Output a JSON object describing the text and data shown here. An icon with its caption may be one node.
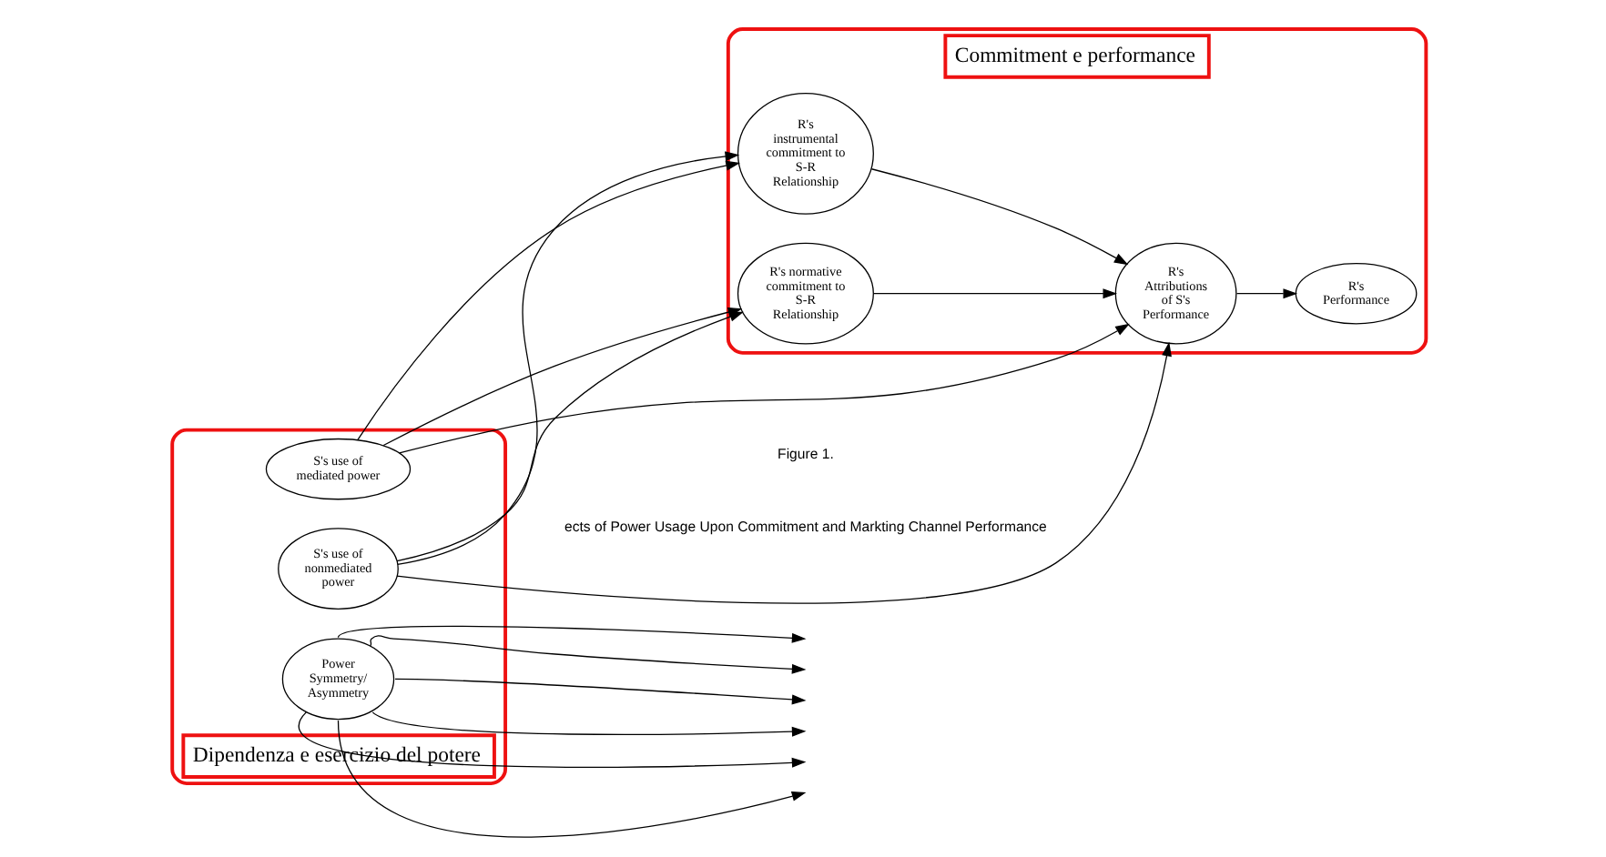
{
  "diagram": {
    "nodes": [
      {
        "text": [
          "Dipendenza e esercizio del potere"
        ]
      },
      {
        "text": [
          "S's use of mediated power"
        ],
        "in": 0
      },
      {
        "text": [
          "Power Symmetry/ Asymmetry"
        ],
        "in": 0
      },
      {
        "text": [
          "S's use of nonmediated power"
        ],
        "in": 0
      },
      {
        "text": [
          "Commitment e performance"
        ]
      },
      {
        "text": [
          "R's instrumental commitment to S-R Relationship"
        ],
        "in": 4
      },
      {
        "text": [
          "R's normative commitment to S-R Relationship"
        ],
        "in": 4
      },
      {
        "text": [
          "R's Attributions of S's Performance"
        ],
        "in": 4
      },
      {
        "text": [
          "R's Performance"
        ],
        "in": 4
      }
    ],
    "edges": [
      {
        "from": 1,
        "to": 7,
        "arrow": "to"
      },
      {
        "from": 1,
        "to": 5,
        "arrow": "to"
      },
      {
        "from": 1,
        "to": 6,
        "arrow": "to"
      },
      {
        "from": 2,
        "to": null,
        "arrow": "to"
      },
      {
        "from": 2,
        "to": null,
        "arrow": "to"
      },
      {
        "from": 2,
        "to": null,
        "arrow": "to"
      },
      {
        "from": 2,
        "to": null,
        "arrow": "to"
      },
      {
        "from": 2,
        "to": null,
        "arrow": "to"
      },
      {
        "from": 2,
        "to": null,
        "arrow": "to"
      },
      {
        "from": 3,
        "to": 5,
        "arrow": "to"
      },
      {
        "from": 3,
        "to": 6,
        "arrow": "to"
      },
      {
        "from": 3,
        "to": 7,
        "arrow": "to"
      },
      {
        "from": 5,
        "to": 7,
        "arrow": "to"
      },
      {
        "from": 6,
        "to": 7,
        "arrow": "to"
      },
      {
        "from": 7,
        "to": 8,
        "arrow": "to"
      }
    ],
    "labels": [
      "Figure 1.",
      "ects of Power Usage Upon Commitment and Markting Channel Performance"
    ]
  }
}
